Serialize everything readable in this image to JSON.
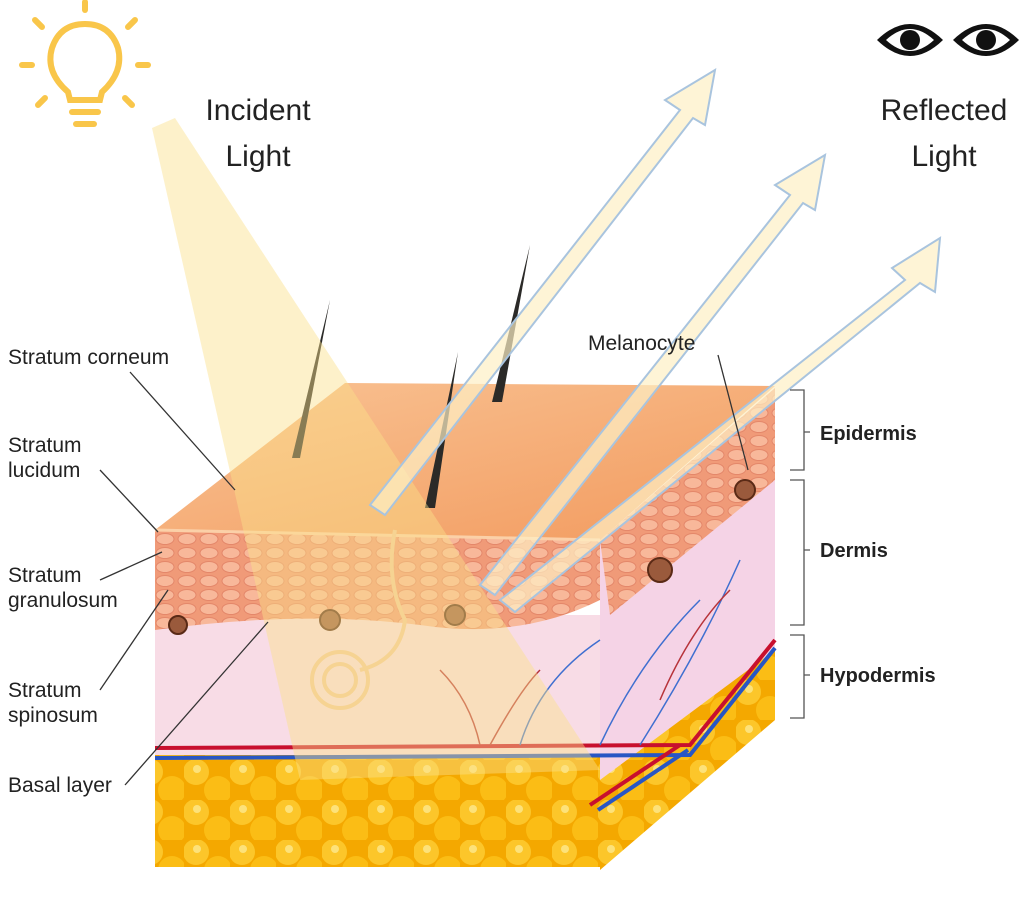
{
  "title_left": {
    "line1": "Incident",
    "line2": "Light"
  },
  "title_right": {
    "line1": "Reflected",
    "line2": "Light"
  },
  "layer_labels": {
    "stratum_corneum": "Stratum corneum",
    "stratum_lucidum": {
      "line1": "Stratum",
      "line2": "lucidum"
    },
    "stratum_granulosum": {
      "line1": "Stratum",
      "line2": "granulosum"
    },
    "stratum_spinosum": {
      "line1": "Stratum",
      "line2": "spinosum"
    },
    "basal_layer": "Basal layer",
    "melanocyte": "Melanocyte"
  },
  "brackets": {
    "epidermis": "Epidermis",
    "dermis": "Dermis",
    "hypodermis": "Hypodermis"
  },
  "icons": [
    "light-bulb-icon",
    "eye-icon",
    "eye-icon"
  ],
  "colors": {
    "bulb": "#f9c64a",
    "top_face": "#f6ae78",
    "epidermis": "#f2a080",
    "dermis": "#f7d9e4",
    "fat": "#f7b500",
    "beam": "#fbe7a8",
    "arrow_outline": "#a9c4de"
  }
}
